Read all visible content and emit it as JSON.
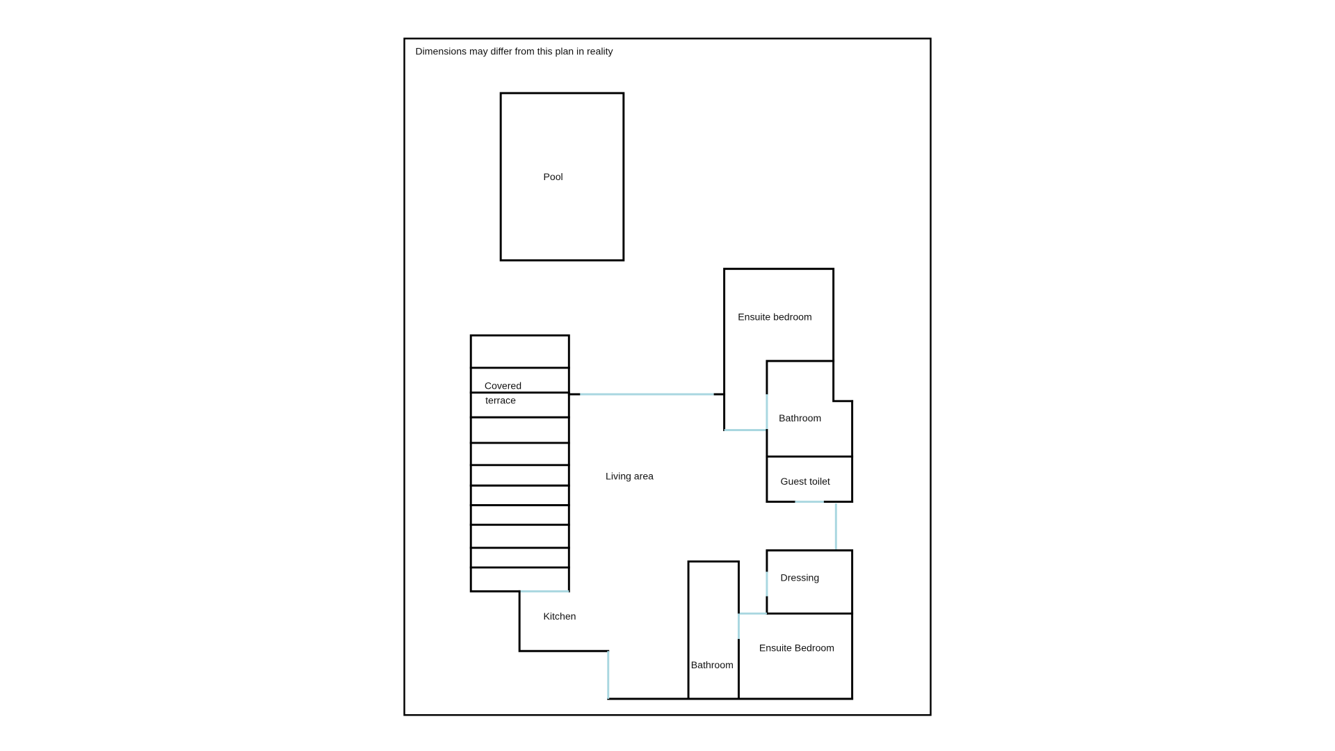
{
  "note": "Dimensions may differ from this plan in reality",
  "rooms": {
    "pool": "Pool",
    "ensuite_bedroom_1": "Ensuite bedroom",
    "bathroom_1": "Bathroom",
    "guest_toilet": "Guest toilet",
    "covered_terrace_line1": "Covered",
    "covered_terrace_line2": "terrace",
    "living_area": "Living area",
    "dressing": "Dressing",
    "kitchen": "Kitchen",
    "bathroom_2": "Bathroom",
    "ensuite_bedroom_2": "Ensuite Bedroom"
  },
  "colors": {
    "wall": "#000000",
    "opening": "#a9d7e0"
  }
}
